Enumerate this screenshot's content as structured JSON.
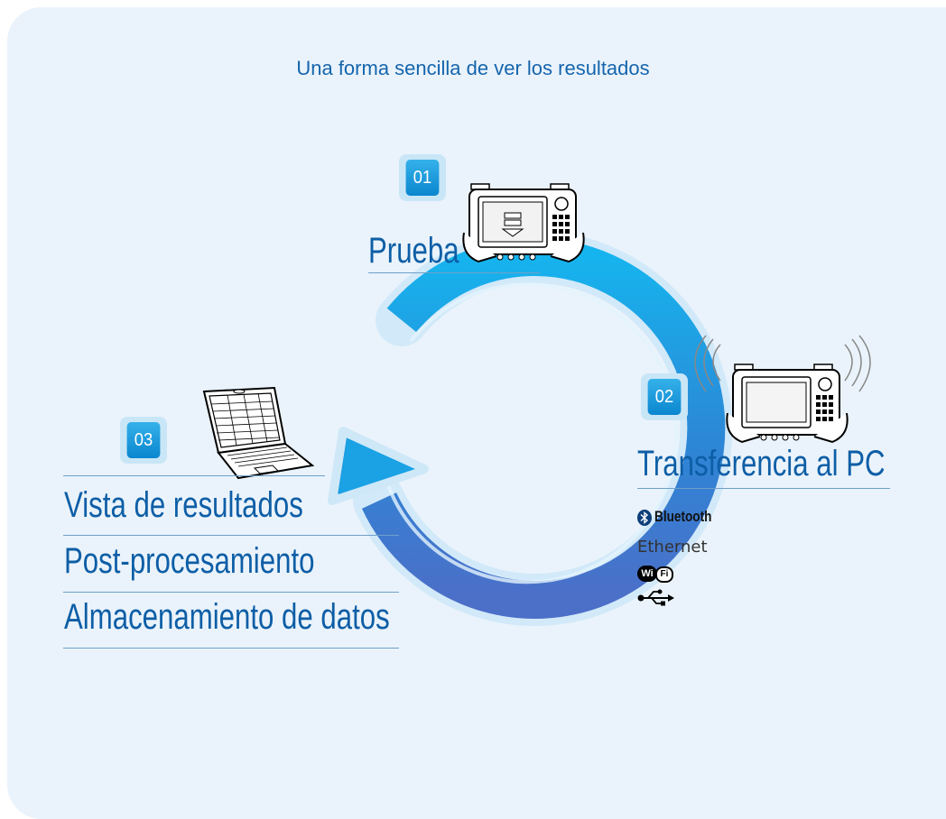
{
  "title": "Una forma sencilla de ver los resultados",
  "steps": {
    "s1": {
      "number": "01",
      "label": "Prueba"
    },
    "s2": {
      "number": "02",
      "label": "Transferencia al PC"
    },
    "s3": {
      "number": "03",
      "label": "Vista de resultados"
    }
  },
  "results_items": [
    "Post-procesamiento",
    "Almacenamiento de datos"
  ],
  "connectivity": {
    "bluetooth": "Bluetooth",
    "ethernet": "Ethernet",
    "wifi_wi": "Wi",
    "wifi_fi": "Fi"
  },
  "colors": {
    "background": "#eaf3fb",
    "accent": "#1565ad",
    "badge": "#0a86cf"
  }
}
